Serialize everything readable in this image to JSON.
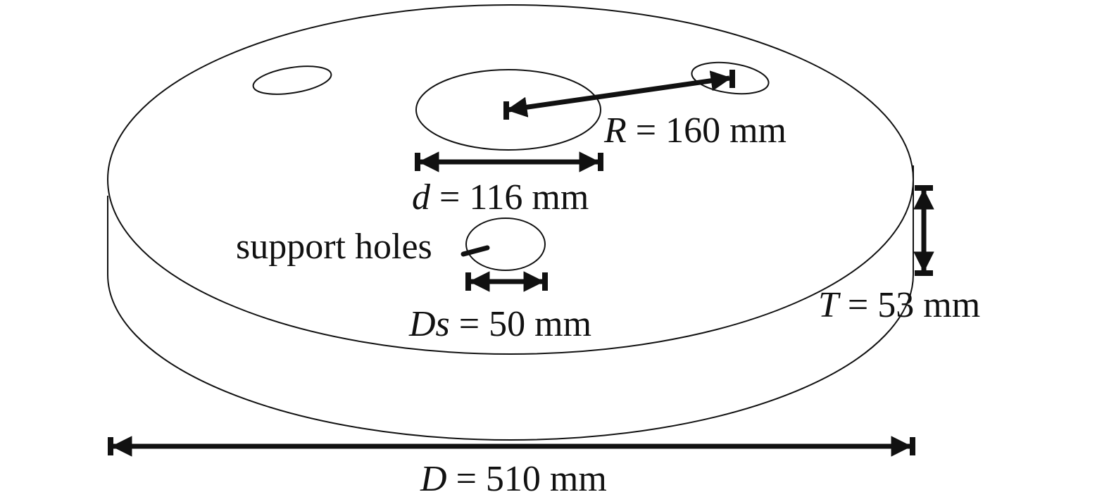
{
  "diagram": {
    "labels": {
      "R": {
        "symbol": "R",
        "value": " = 160 mm"
      },
      "d": {
        "symbol": "d",
        "value": " = 116 mm"
      },
      "Ds": {
        "symbol": "Ds",
        "value": " = 50 mm"
      },
      "T": {
        "symbol": "T",
        "value": " = 53 mm"
      },
      "D": {
        "symbol": "D",
        "value": " = 510 mm"
      },
      "support_holes": "support holes"
    },
    "colors": {
      "line": "#111111",
      "background": "#ffffff"
    }
  }
}
